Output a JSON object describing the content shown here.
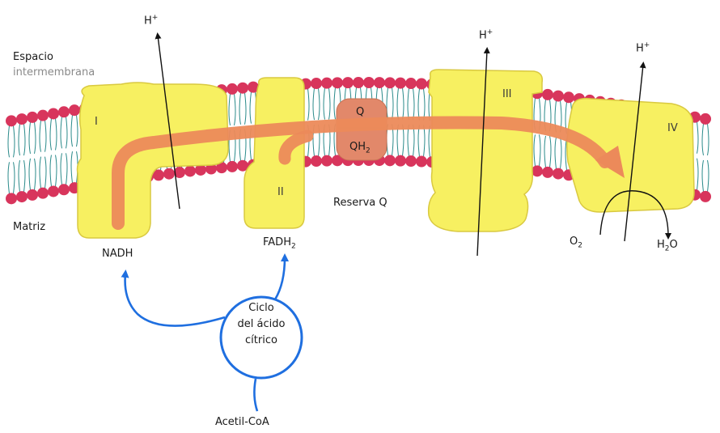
{
  "labels": {
    "espacio": "Espacio",
    "intermembrana": "intermembrana",
    "matriz": "Matriz",
    "reserva_q": "Reserva Q",
    "nadh": "NADH",
    "fadh": "FADH",
    "fadh_sub": "2",
    "acetil": "Acetil-CoA",
    "o2": "O",
    "o2_sub": "2",
    "h2o_h": "H",
    "h2o_sub": "2",
    "h2o_o": "O",
    "proton": "H",
    "proton_sup": "+",
    "q": "Q",
    "qh2": "QH",
    "qh2_sub": "2"
  },
  "complexes": {
    "I": "I",
    "II": "II",
    "III": "III",
    "IV": "IV"
  },
  "cycle": {
    "line1": "Ciclo",
    "line2": "del ácido",
    "line3": "cítrico"
  },
  "colors": {
    "membrane_heads": "#d8355c",
    "lipid_tails": "#2a8a8a",
    "complex_fill": "#f7f061",
    "complex_stroke": "#d9c940",
    "electron_path": "#ec8a5a",
    "q_pool": "#e2886a",
    "cycle_blue": "#1f6fe0"
  }
}
